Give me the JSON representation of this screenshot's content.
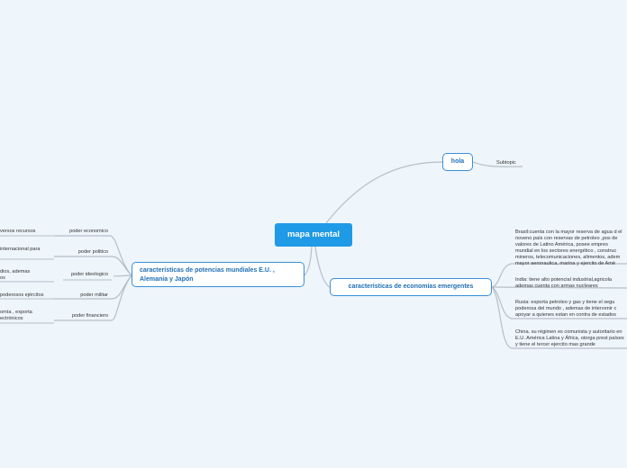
{
  "central": {
    "label": "mapa mental"
  },
  "hola": {
    "label": "hola",
    "subtopic": "Subtopic"
  },
  "left_topic": {
    "label": "características de potencias mundiales E.U. , Alemania y  Japón",
    "items": [
      {
        "label": "poder economico",
        "detail": "versos recursos"
      },
      {
        "label": "poder politico",
        "detail": "internacional para"
      },
      {
        "label": "poder ideologico",
        "detail": "dios, ademas\nos"
      },
      {
        "label": "poder militar",
        "detail": "poderosos ejércitos"
      },
      {
        "label": "poder financiero",
        "detail": "omía , exporta\nectrónicos"
      }
    ]
  },
  "right_topic": {
    "label": "características de economías emergentes",
    "items": [
      {
        "text": "Brasil:cuenta con la mayor reserva de agua d el noveno país con reservas de petroleo ,pos de valores de Latino América, posee  empres mundial en los sectores energético , construc mineros, telecomunicaciones, alimentos, adem mayor aeronautica, marina y ejercito de Amé"
      },
      {
        "text": "India: tiene alto potencial  industrial,agricola ademas cuenta con armas nucleares"
      },
      {
        "text": "Rusia: exporta petroleo y gas  y tiene el segu poderosa del mundo , ademas de intervenir c apoyar a quienes estan en contra de estados"
      },
      {
        "text": "China. su régimen es comunista y autoritario en E.U. América Latina y África, otorga prest países y tiene el tercer ejercito mas grande"
      }
    ]
  },
  "colors": {
    "central_bg": "#1f9ae6",
    "topic_border": "#3a8fd8",
    "topic_text": "#1f6fb5",
    "line": "#b7bec8",
    "background": "#eef5fb"
  }
}
